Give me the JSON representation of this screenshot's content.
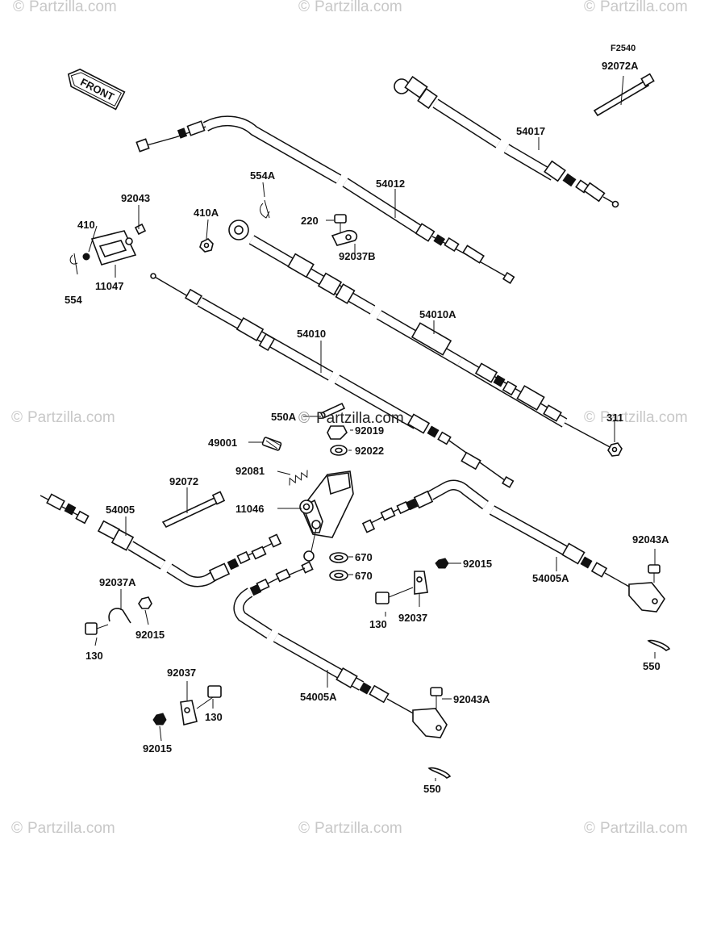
{
  "watermark": {
    "symbol": "©",
    "text": "Partzilla.com"
  },
  "diagram": {
    "code": "F2540",
    "front_label": "FRONT"
  },
  "labels": {
    "p92072A": "92072A",
    "p54017": "54017",
    "p54012": "54012",
    "p554A": "554A",
    "p92043": "92043",
    "p410A": "410A",
    "p220": "220",
    "p410": "410",
    "p92037B": "92037B",
    "p11047": "11047",
    "p554": "554",
    "p54010A": "54010A",
    "p54010": "54010",
    "p311": "311",
    "p550A": "550A",
    "p92019": "92019",
    "p92022": "92022",
    "p49001": "49001",
    "p92081": "92081",
    "p92072": "92072",
    "p11046": "11046",
    "p54005": "54005",
    "p670a": "670",
    "p670b": "670",
    "p92015a": "92015",
    "p92043Aa": "92043A",
    "p54005Aa": "54005A",
    "p92037A": "92037A",
    "p130a": "130",
    "p92037a": "92037",
    "p92015b": "92015",
    "p130b": "130",
    "p550a": "550",
    "p92037b": "92037",
    "p130c": "130",
    "p54005Ab": "54005A",
    "p92043Ab": "92043A",
    "p92015c": "92015",
    "p550b": "550"
  },
  "colors": {
    "ink": "#111111",
    "watermark": "#c8c8c8",
    "background": "#ffffff"
  }
}
